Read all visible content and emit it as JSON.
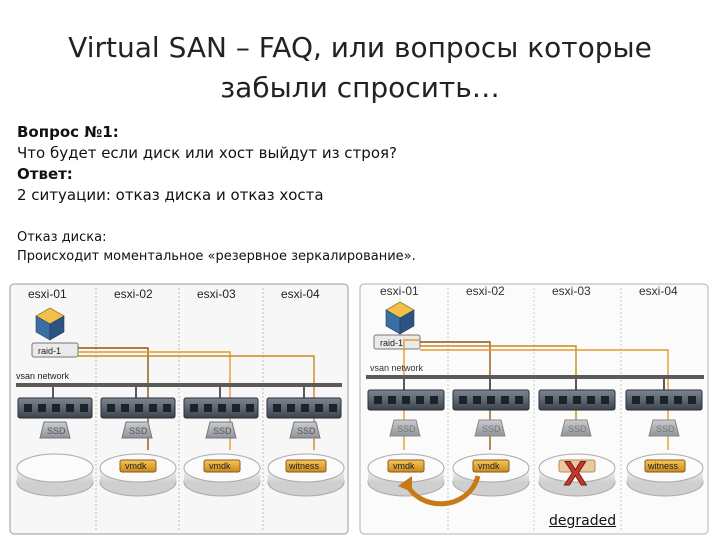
{
  "slide": {
    "title_line1": "Virtual SAN – FAQ, или вопросы которые",
    "title_line2": "забыли спросить…",
    "question_label": "Вопрос №1:",
    "question_text": "Что будет если диск или хост выйдут из строя?",
    "answer_label": "Ответ:",
    "answer_text": "2 ситуации: отказ диска и отказ хоста",
    "subheading": "Отказ диска:",
    "subtext": "Происходит моментальное «резервное зеркалирование»."
  },
  "diagram": {
    "left": {
      "hosts": [
        "esxi-01",
        "esxi-02",
        "esxi-03",
        "esxi-04"
      ],
      "raid_label": "raid-1",
      "network_label": "vsan network",
      "ssd_label": "SSD",
      "disk_labels": [
        "",
        "vmdk",
        "vmdk",
        "witness"
      ]
    },
    "right": {
      "hosts": [
        "esxi-01",
        "esxi-02",
        "esxi-03",
        "esxi-04"
      ],
      "raid_label": "raid-1",
      "network_label": "vsan network",
      "ssd_label": "SSD",
      "disk_labels": [
        "vmdk",
        "vmdk",
        "",
        "witness"
      ],
      "failed_marker": "X",
      "status_label": "degraded"
    },
    "colors": {
      "network": "#5a5a5a",
      "orange_link": "#e89a2c",
      "brown_link": "#8a5a14",
      "label_fill": "#f0c040",
      "fail": "#c0392b"
    }
  }
}
